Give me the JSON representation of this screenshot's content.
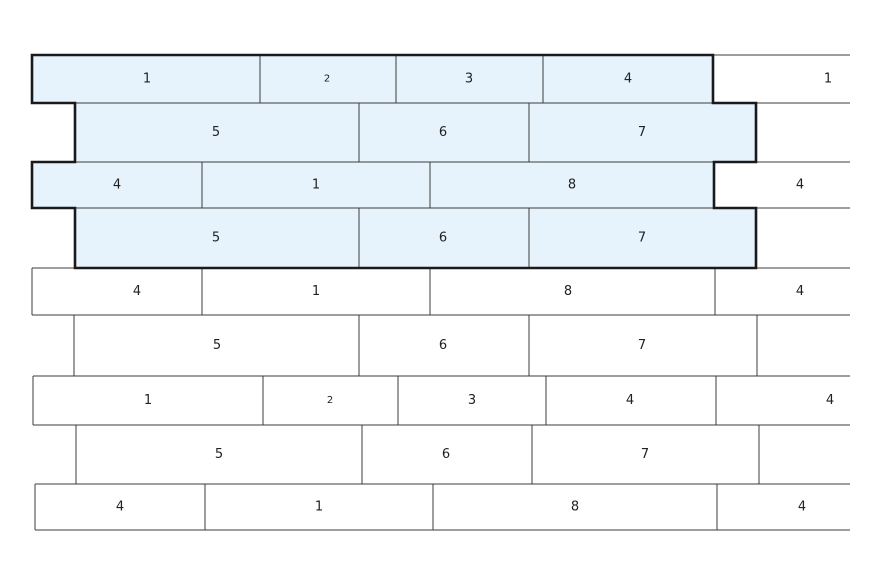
{
  "colors": {
    "highlight_fill": "#e6f3fc",
    "plain_fill": "#ffffff",
    "line": "#3c3c3c",
    "outline": "#1a1a1a"
  },
  "rows": [
    {
      "highlighted": true,
      "planks": [
        "1",
        "2",
        "3",
        "4",
        "1"
      ]
    },
    {
      "highlighted": true,
      "planks": [
        "5",
        "6",
        "7"
      ]
    },
    {
      "highlighted": true,
      "planks": [
        "4",
        "1",
        "8",
        "4"
      ]
    },
    {
      "highlighted": true,
      "planks": [
        "5",
        "6",
        "7"
      ]
    },
    {
      "highlighted": false,
      "planks": [
        "4",
        "1",
        "8",
        "4"
      ]
    },
    {
      "highlighted": false,
      "planks": [
        "5",
        "6",
        "7"
      ]
    },
    {
      "highlighted": false,
      "planks": [
        "1",
        "2",
        "3",
        "4",
        "4"
      ]
    },
    {
      "highlighted": false,
      "planks": [
        "5",
        "6",
        "7"
      ]
    },
    {
      "highlighted": false,
      "planks": [
        "4",
        "1",
        "8",
        "4"
      ]
    }
  ]
}
